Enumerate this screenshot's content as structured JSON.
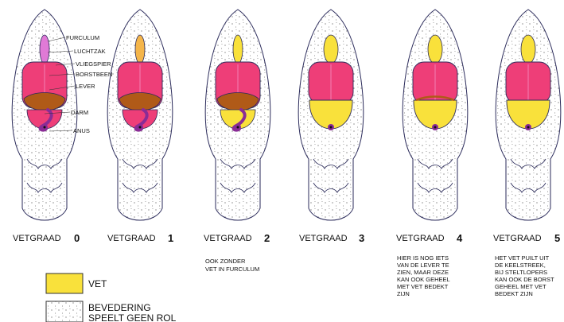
{
  "colors": {
    "fat": "#f9e13b",
    "muscle": "#ee3e78",
    "muscle_light": "#f06aa0",
    "liver": "#b05a18",
    "intestine": "#8a2c96",
    "airsac": "#e07ad6",
    "furculum_fat": "#f4b54a",
    "outline": "#2a2a5a"
  },
  "anatomy_labels": [
    "FURCULUM",
    "LUCHTZAK",
    "VLIEGSPIER",
    "BORSTBEEN",
    "LEVER",
    "DARM",
    "ANUS"
  ],
  "grades": [
    {
      "label": "VETGRAAD",
      "number": "0",
      "note": []
    },
    {
      "label": "VETGRAAD",
      "number": "1",
      "note": []
    },
    {
      "label": "VETGRAAD",
      "number": "2",
      "note": [
        "OOK ZONDER",
        "VET IN FURCULUM"
      ]
    },
    {
      "label": "VETGRAAD",
      "number": "3",
      "note": []
    },
    {
      "label": "VETGRAAD",
      "number": "4",
      "note": [
        "HIER IS NOG IETS",
        "VAN DE LEVER TE",
        "ZIEN, MAAR DEZE",
        "KAN OOK GEHEEL",
        "MET VET BEDEKT",
        "ZIJN"
      ]
    },
    {
      "label": "VETGRAAD",
      "number": "5",
      "note": [
        "HET VET PUILT UIT",
        "DE KEELSTREEK,",
        "BIJ STELTLOPERS",
        "KAN OOK DE BORST",
        "GEHEEL MET VET",
        "BEDEKT ZIJN"
      ]
    }
  ],
  "legend": {
    "fat_label": "VET",
    "feathers_line1": "BEVEDERING",
    "feathers_line2": "SPEELT GEEN ROL"
  }
}
